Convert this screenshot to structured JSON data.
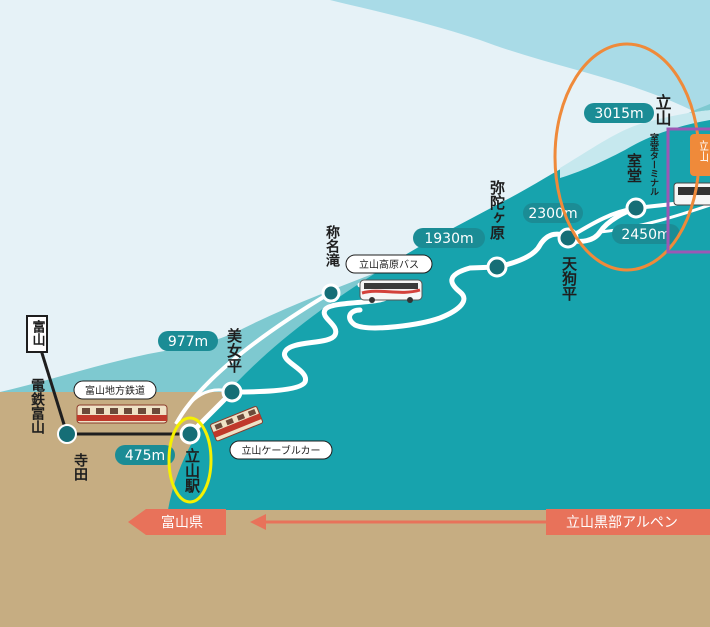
{
  "colors": {
    "sky_light": "#e6f2f7",
    "sky_blue": "#a9dbe7",
    "mountain_teal": "#17a3ad",
    "mountain_light": "#7ec9d0",
    "ground": "#c6ad82",
    "station": "#166e76",
    "line": "#1e1e1e",
    "route": "#ffffff",
    "badge": "#1b8c95",
    "arrow": "#e8725a",
    "circle_orange": "#ef8a3a",
    "circle_yellow": "#f5f100",
    "frame_purple": "#9c58b5",
    "bus_red": "#d3413b",
    "train_red": "#c0392b",
    "train_cream": "#efe2c6"
  },
  "stations": {
    "toyama": "富山",
    "dentetsu_toyama": "電鉄富山",
    "terada": "寺田",
    "tateyama_eki": "立山駅",
    "bijodaira": "美女平",
    "shomyodaki": "称名滝",
    "midagahara": "弥陀ヶ原",
    "tengudaira": "天狗平",
    "murodo": "室堂",
    "murodo_terminal": "室堂ターミナル",
    "tateyama": "立山"
  },
  "elevations": {
    "e475": "475m",
    "e977": "977m",
    "e1930": "1930m",
    "e2300": "2300m",
    "e2450": "2450m",
    "e3015": "3015m"
  },
  "labels": {
    "railway": "富山地方鉄道",
    "cable_car": "立山ケーブルカー",
    "highland_bus": "立山高原バス"
  },
  "banners": {
    "prefecture": "富山県",
    "route_name": "立山黒部アルペン",
    "edge_sign": "立山"
  }
}
